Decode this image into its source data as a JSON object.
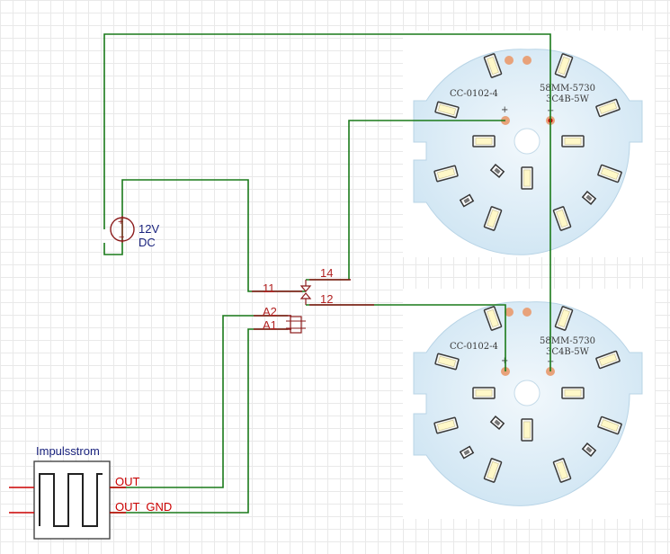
{
  "battery": {
    "voltage": "12V",
    "type": "DC"
  },
  "relay": {
    "pin_11": "11",
    "pin_12": "12",
    "pin_14": "14",
    "pin_a1": "A1",
    "pin_a2": "A2"
  },
  "pulse_generator": {
    "title": "Impulsstrom",
    "out_label": "OUT",
    "out_gnd_label": "OUT  GND"
  },
  "led_module_top": {
    "label_part": "CC-0102-4",
    "label_size": "58MM-5730",
    "label_spec": "3C4B-5W",
    "plus_mark": "+",
    "minus_mark": "−"
  },
  "led_module_bottom": {
    "label_part": "CC-0102-4",
    "label_size": "58MM-5730",
    "label_spec": "3C4B-5W",
    "plus_mark": "+",
    "minus_mark": "−"
  },
  "colors": {
    "wire": "#1a7a1a",
    "component": "#8b1a1a",
    "label": "#1a237e",
    "pin_label": "#b22222",
    "pcb": "#d9ecf7"
  }
}
